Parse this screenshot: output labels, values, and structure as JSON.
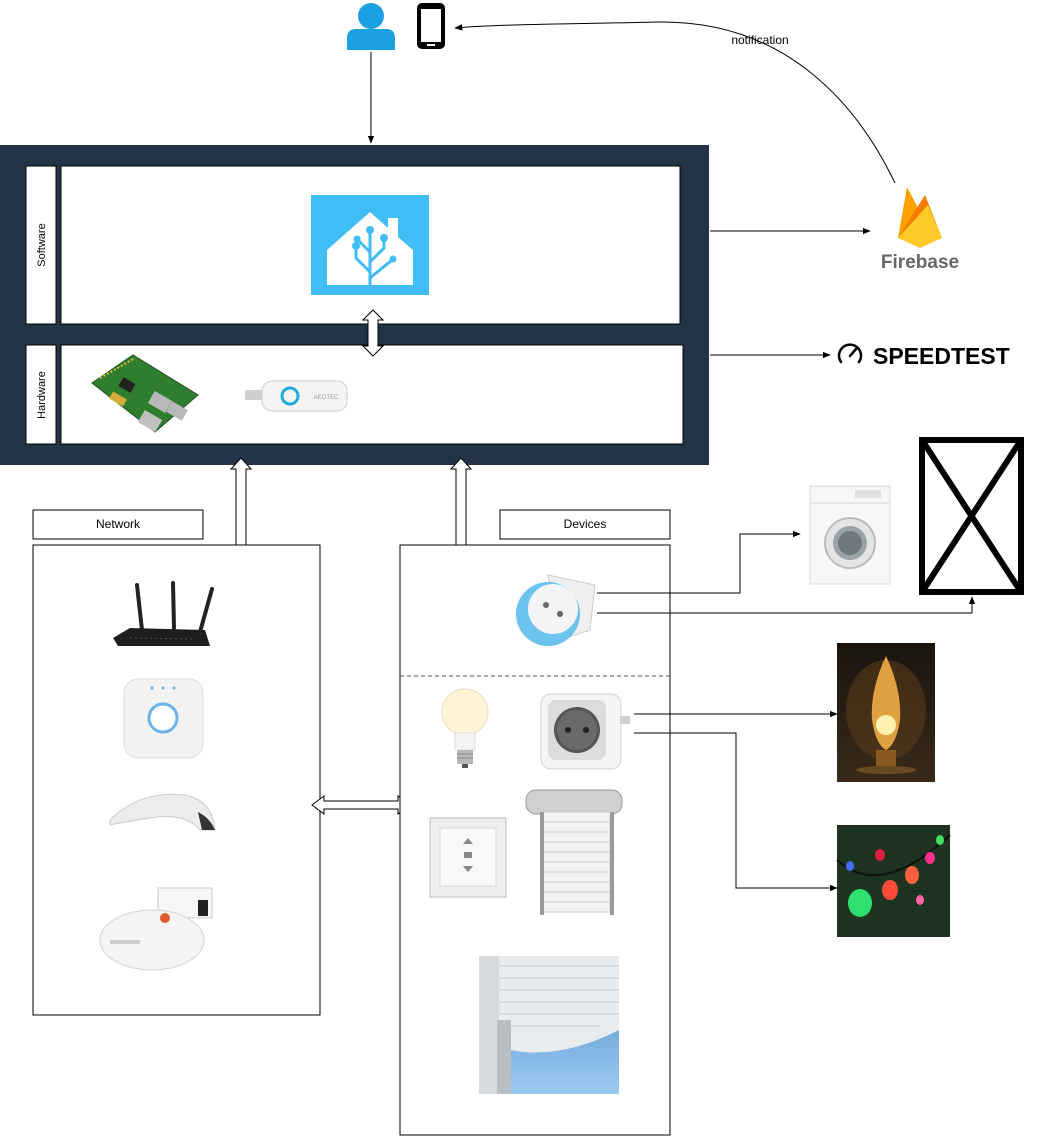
{
  "system": {
    "software_label": "Software",
    "hardware_label": "Hardware"
  },
  "services": {
    "firebase": "Firebase",
    "speedtest": "SPEEDTEST"
  },
  "edges": {
    "notification": "notification"
  },
  "network": {
    "title": "Network",
    "items": [
      "router",
      "philips-hue-bridge",
      "somfy-box",
      "robot-vacuum"
    ]
  },
  "devices": {
    "title": "Devices",
    "items": [
      "smart-plug-fibaro",
      "light-bulb",
      "smart-plug",
      "wall-switch",
      "roller-shutter",
      "shutter-photo"
    ]
  },
  "targets": [
    "washing-machine",
    "placeholder-device",
    "table-lamp",
    "string-lights"
  ],
  "colors": {
    "frame": "#243447",
    "ha_blue": "#41bdf5",
    "user_blue": "#1ba1e2",
    "firebase_orange": "#ffa000",
    "firebase_text": "#666666"
  }
}
